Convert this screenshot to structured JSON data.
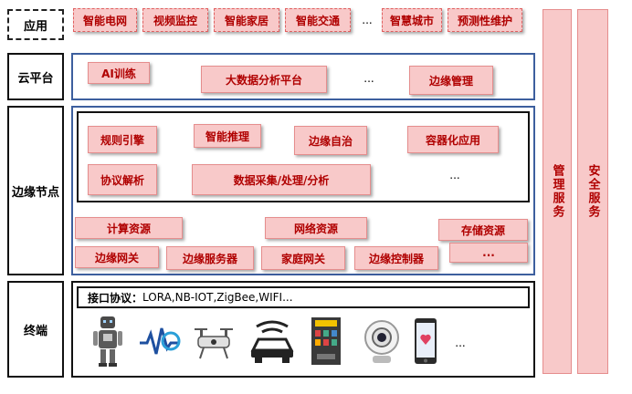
{
  "layers": {
    "app": "应用",
    "cloud": "云平台",
    "edge": "边缘节点",
    "terminal": "终端"
  },
  "app_items": [
    "智能电网",
    "视频监控",
    "智能家居",
    "智能交通",
    "...",
    "智慧城市",
    "预测性维护"
  ],
  "cloud_items": [
    "AI训练",
    "大数据分析平台",
    "...",
    "边缘管理"
  ],
  "edge_software": [
    "规则引擎",
    "智能推理",
    "边缘自治",
    "容器化应用",
    "协议解析",
    "数据采集/处理/分析",
    "..."
  ],
  "edge_resources": [
    "计算资源",
    "网络资源",
    "存储资源"
  ],
  "edge_devices": [
    "边缘网关",
    "边缘服务器",
    "家庭网关",
    "边缘控制器",
    "..."
  ],
  "terminal": {
    "protocol_label": "接口协议：",
    "protocol_values": "LORA,NB-IOT,ZigBee,WIFI...",
    "devices": [
      "robot-icon",
      "signal-sensor-icon",
      "drone-icon",
      "smart-car-icon",
      "vending-machine-icon",
      "security-camera-icon",
      "smartphone-icon"
    ],
    "ellipsis": "..."
  },
  "side_columns": {
    "management": "管理服务",
    "security": "安全服务"
  },
  "colors": {
    "pink_fill": "#f8c9c9",
    "pink_text": "#b00000",
    "blue_frame": "#3d5f9e"
  }
}
